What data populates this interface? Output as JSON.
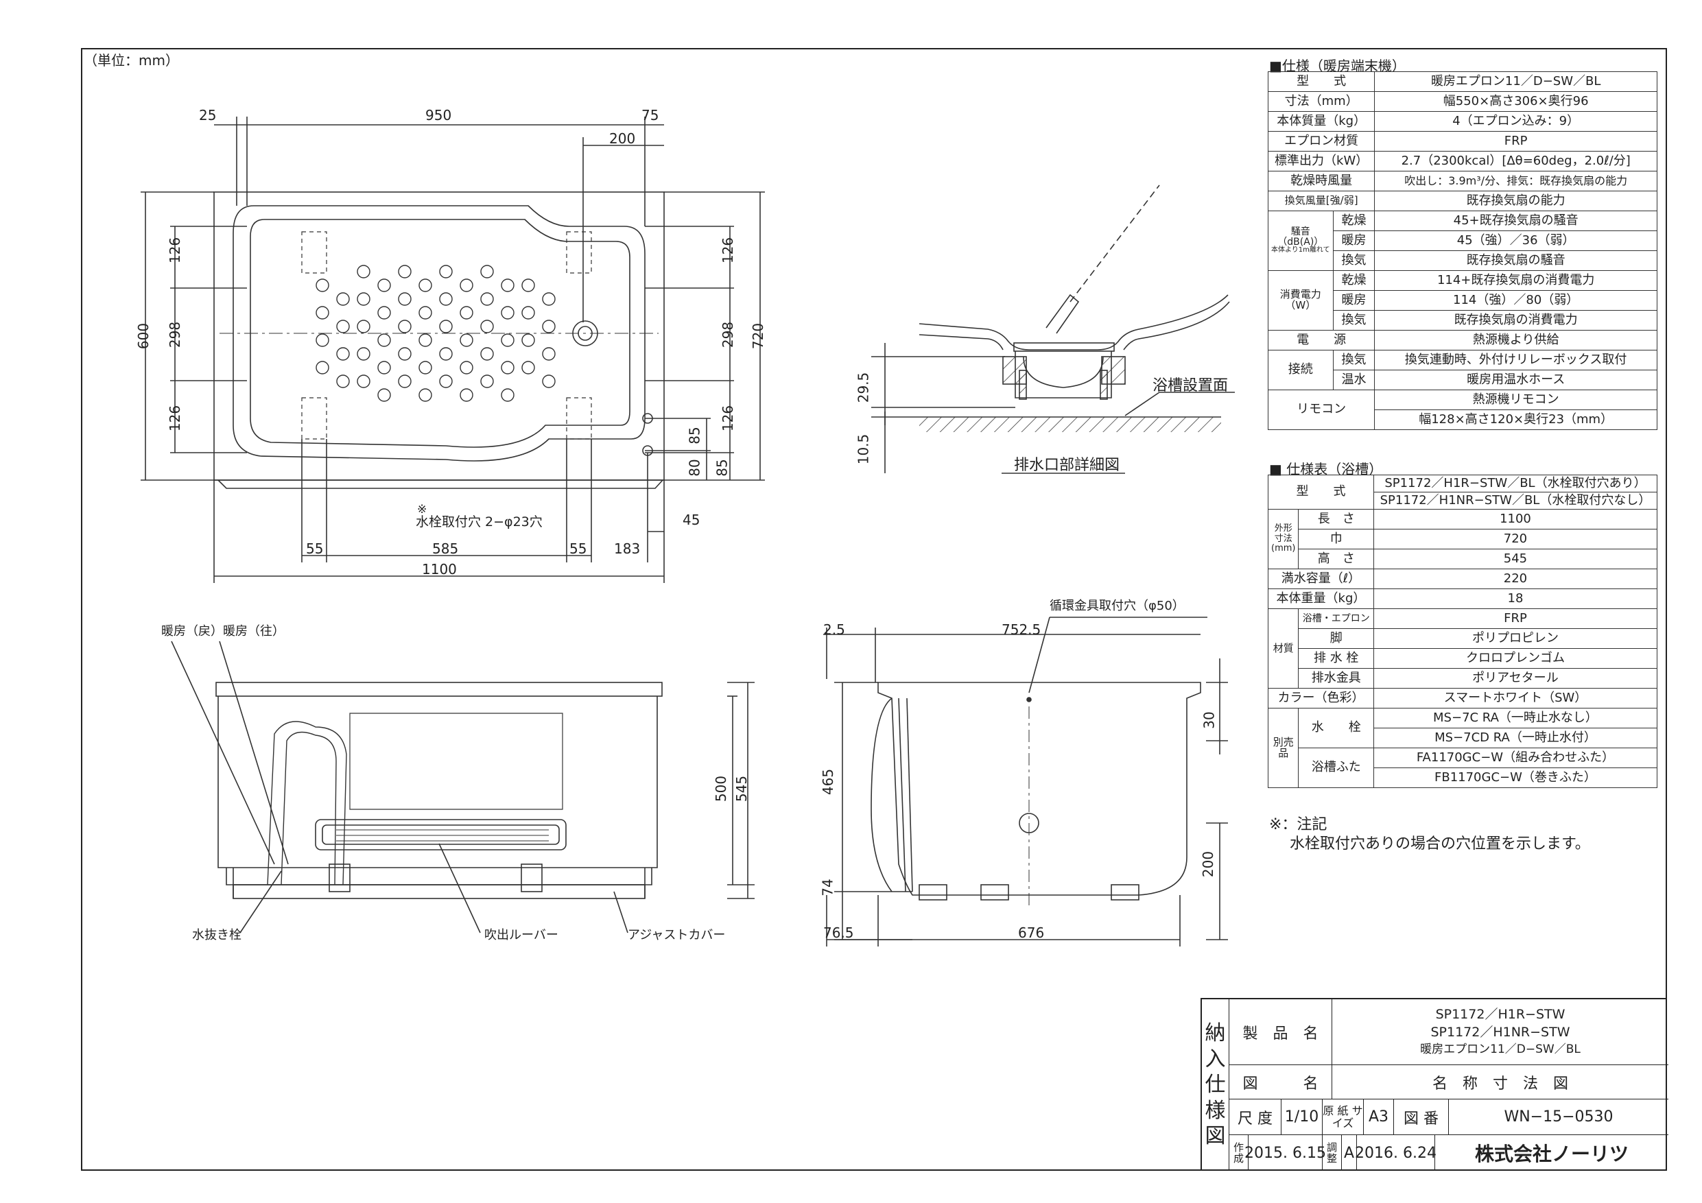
{
  "unit_label": "（単位：mm）",
  "top_view": {
    "dims": [
      "25",
      "950",
      "75",
      "200",
      "126",
      "298",
      "126",
      "600",
      "126",
      "298",
      "126",
      "720",
      "85",
      "85",
      "80",
      "45",
      "55",
      "585",
      "55",
      "183",
      "1100"
    ],
    "callout_mark": "※",
    "callout": "水栓取付穴 2−φ23穴"
  },
  "drain_detail": {
    "dims": [
      "29.5",
      "10.5"
    ],
    "floor_label": "浴槽設置面",
    "title": "排水口部詳細図"
  },
  "front_view": {
    "label_return": "暖房（戻）暖房（往）",
    "dims": [
      "500",
      "545"
    ],
    "label_drain_plug": "水抜き栓",
    "label_louver": "吹出ルーバー",
    "label_adjust": "アジャストカバー"
  },
  "side_view": {
    "hole_label": "循環金具取付穴（φ50）",
    "dims": [
      "2.5",
      "752.5",
      "465",
      "74",
      "30",
      "200",
      "76.5",
      "676"
    ]
  },
  "spec_heater": {
    "heading": "■仕様（暖房端末機）",
    "rows": [
      [
        "型　　式",
        "暖房エプロン11／D−SW／BL"
      ],
      [
        "寸法（mm）",
        "幅550×高さ306×奥行96"
      ],
      [
        "本体質量（kg）",
        "4（エプロン込み：9）"
      ],
      [
        "エプロン材質",
        "FRP"
      ],
      [
        "標準出力（kW）",
        "2.7（2300kcal）[Δθ=60deg，2.0ℓ/分]"
      ],
      [
        "乾燥時風量",
        "吹出し：3.9m³/分、排気：既存換気扇の能力"
      ],
      [
        "換気風量[強/弱]",
        "既存換気扇の能力"
      ]
    ],
    "noise_group": "騒音",
    "noise_unit": "（dB(A)）",
    "noise_note": "本体より1m離れて",
    "noise_rows": [
      [
        "乾燥",
        "45+既存換気扇の騒音"
      ],
      [
        "暖房",
        "45（強）／36（弱）"
      ],
      [
        "換気",
        "既存換気扇の騒音"
      ]
    ],
    "power_group": "消費電力",
    "power_unit": "（W）",
    "power_rows": [
      [
        "乾燥",
        "114+既存換気扇の消費電力"
      ],
      [
        "暖房",
        "114（強）／80（弱）"
      ],
      [
        "換気",
        "既存換気扇の消費電力"
      ]
    ],
    "source_label": "電　　源",
    "source_value": "熱源機より供給",
    "conn_group": "接続",
    "conn_rows": [
      [
        "換気",
        "換気連動時、外付けリレーボックス取付"
      ],
      [
        "温水",
        "暖房用温水ホース"
      ]
    ],
    "remote_label": "リモコン",
    "remote_rows": [
      "熱源機リモコン",
      "幅128×高さ120×奥行23（mm）"
    ]
  },
  "spec_tub": {
    "heading": "■ 仕様表（浴槽）",
    "model_label": "型　　式",
    "models": [
      "SP1172／H1R−STW／BL（水栓取付穴あり）",
      "SP1172／H1NR−STW／BL（水栓取付穴なし）"
    ],
    "outer_group": "外形寸法(mm)",
    "outer_rows": [
      [
        "長　さ",
        "1100"
      ],
      [
        "巾",
        "720"
      ],
      [
        "高　さ",
        "545"
      ]
    ],
    "rows": [
      [
        "満水容量（ℓ）",
        "220"
      ],
      [
        "本体重量（kg）",
        "18"
      ]
    ],
    "material_group": "材質",
    "material_rows": [
      [
        "浴槽・エプロン",
        "FRP"
      ],
      [
        "脚",
        "ポリプロピレン"
      ],
      [
        "排 水 栓",
        "クロロプレンゴム"
      ],
      [
        "排水金具",
        "ポリアセタール"
      ]
    ],
    "color_label": "カラー（色彩）",
    "color_value": "スマートホワイト（SW）",
    "option_group": "別売品",
    "faucet_label": "水　　栓",
    "faucet_values": [
      "MS−7C RA（一時止水なし）",
      "MS−7CD RA（一時止水付）"
    ],
    "cover_label": "浴槽ふた",
    "cover_values": [
      "FA1170GC−W（組み合わせふた）",
      "FB1170GC−W（巻きふた）"
    ]
  },
  "notes": {
    "heading": "※：注記",
    "body": "水栓取付穴ありの場合の穴位置を示します。"
  },
  "title_block": {
    "side_title": [
      "納",
      "入",
      "仕",
      "様",
      "図"
    ],
    "product_label": "製　品　名",
    "products": [
      "SP1172／H1R−STW",
      "SP1172／H1NR−STW",
      "暖房エプロン11／D−SW／BL"
    ],
    "drawing_label": "図　　　名",
    "drawing_name": "名　称　寸　法　図",
    "scale_label": "尺 度",
    "scale": "1/10",
    "paper_label": "原 紙 サイズ",
    "paper": "A3",
    "number_label": "図 番",
    "number": "WN−15−0530",
    "made_label": "作成",
    "made_date": "2015. 6.15",
    "adjust_label": "調整",
    "adjust_rev": "A",
    "adjust_date": "2016. 6.24",
    "company": "株式会社ノーリツ"
  }
}
